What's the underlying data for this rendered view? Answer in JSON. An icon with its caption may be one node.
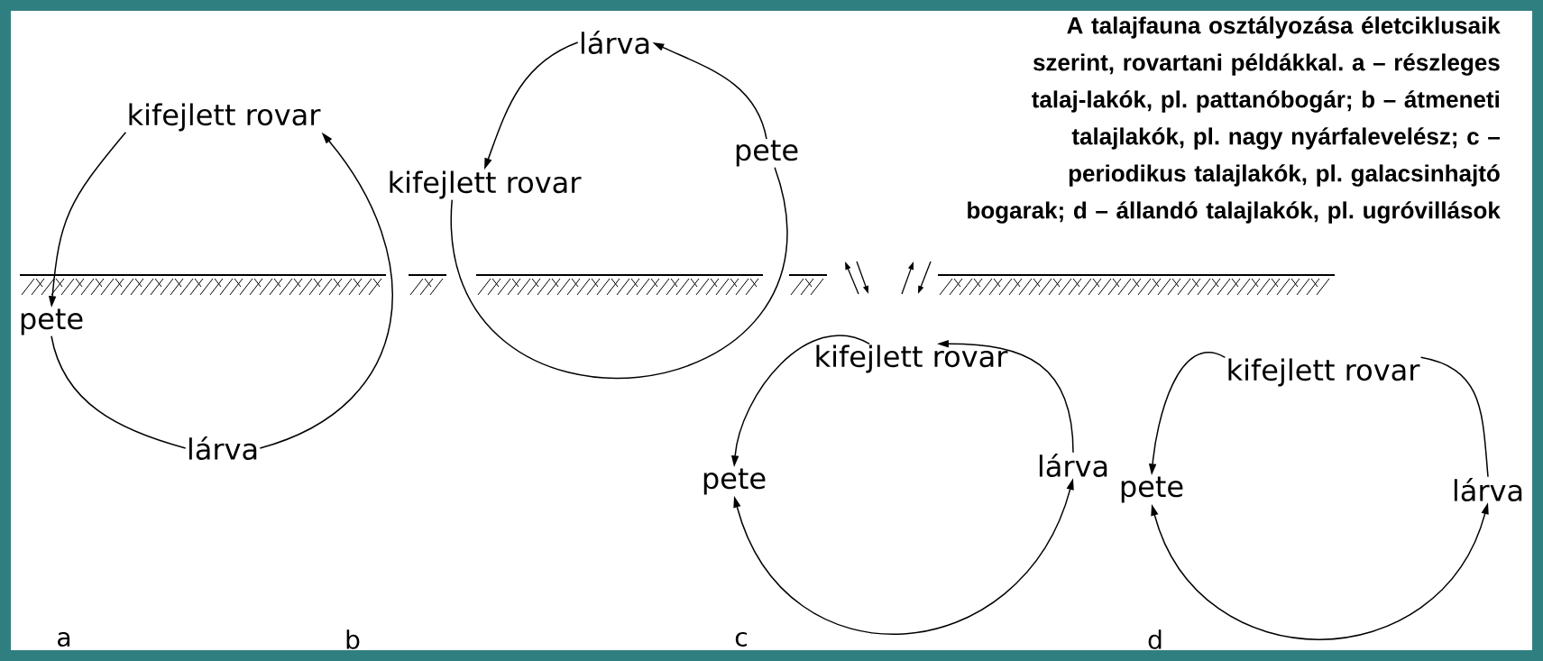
{
  "diagram": {
    "caption": "A talajfauna osztályozása életciklusaik szerint, rovartani példákkal. a – részleges talaj-lakók, pl. pattanóbogár; b – átmeneti talajlakók, pl. nagy nyárfalevelész; c – periodikus talajlakók, pl. galacsinhajtó bogarak; d – állandó talajlakók, pl. ugróvillások",
    "nodes": [
      {
        "text": [
          "kifejlett rovar"
        ]
      },
      {
        "text": [
          "pete"
        ]
      },
      {
        "text": [
          "lárva"
        ]
      },
      {
        "text": [
          "lárva"
        ]
      },
      {
        "text": [
          "pete"
        ]
      },
      {
        "text": [
          "kifejlett rovar"
        ]
      },
      {
        "text": [
          "kifejlett rovar"
        ]
      },
      {
        "text": [
          "pete"
        ]
      },
      {
        "text": [
          "lárva"
        ]
      },
      {
        "text": [
          "kifejlett rovar"
        ]
      },
      {
        "text": [
          "pete"
        ]
      },
      {
        "text": [
          "lárva"
        ]
      }
    ],
    "edges": [
      {
        "from": 0,
        "to": 1,
        "arrow": "to"
      },
      {
        "from": 1,
        "to": 2,
        "arrow": "none"
      },
      {
        "from": 2,
        "to": 0,
        "arrow": "to"
      },
      {
        "from": 3,
        "to": 5,
        "arrow": "to"
      },
      {
        "from": 4,
        "to": 3,
        "arrow": "to"
      },
      {
        "from": 5,
        "to": 4,
        "arrow": "none"
      },
      {
        "from": 6,
        "to": 7,
        "arrow": "to"
      },
      {
        "from": 7,
        "to": 8,
        "arrow": "both"
      },
      {
        "from": 8,
        "to": 6,
        "arrow": "to"
      },
      {
        "from": 9,
        "to": 10,
        "arrow": "to"
      },
      {
        "from": 10,
        "to": 11,
        "arrow": "both"
      },
      {
        "from": 11,
        "to": 9,
        "arrow": "none"
      }
    ],
    "labels": [
      "a",
      "b",
      "c",
      "d"
    ]
  }
}
